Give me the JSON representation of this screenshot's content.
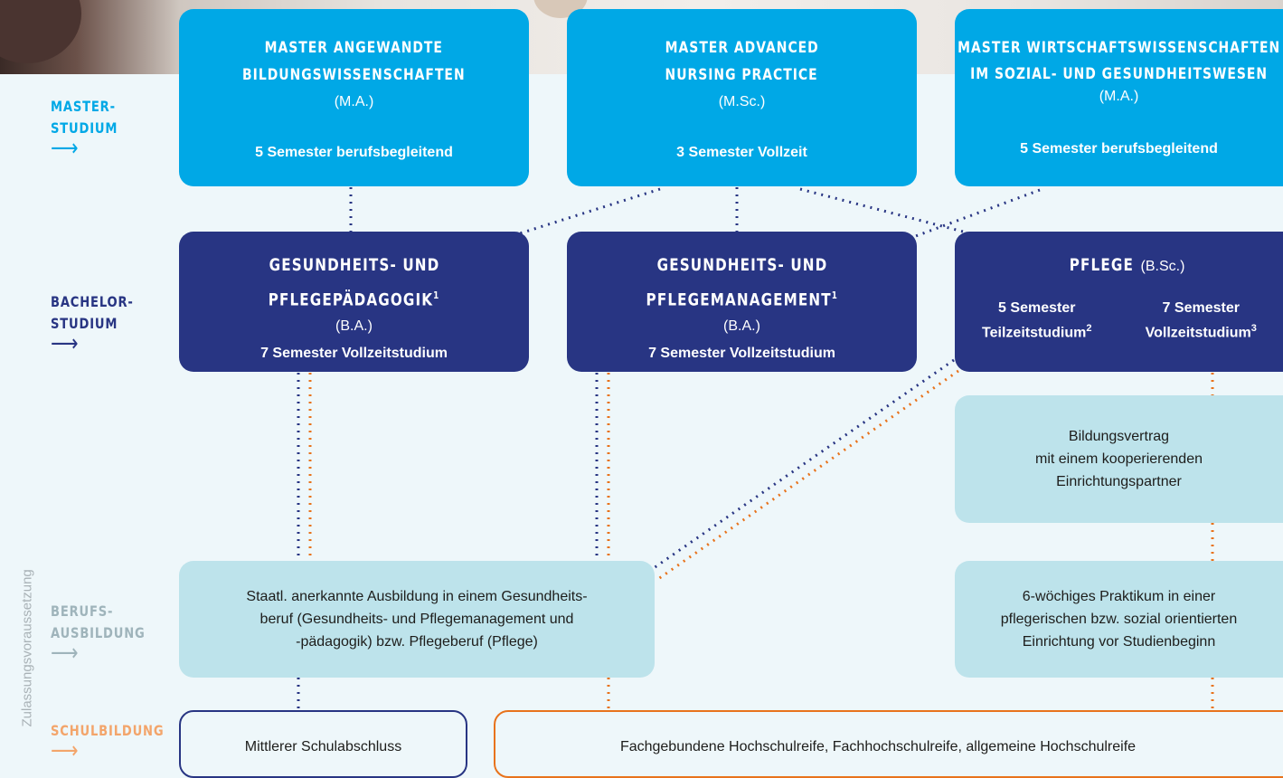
{
  "colors": {
    "master": "#00a8e6",
    "bachelor": "#283583",
    "light": "#bde3eb",
    "orange": "#e8731c",
    "grey": "#9fb4bb"
  },
  "sidebar": {
    "master": {
      "line1": "MASTER-",
      "line2": "STUDIUM",
      "arrow": "⟶"
    },
    "bachelor": {
      "line1": "BACHELOR-",
      "line2": "STUDIUM",
      "arrow": "⟶"
    },
    "beruf": {
      "line1": "BERUFS-",
      "line2": "AUSBILDUNG",
      "arrow": "⟶"
    },
    "schul": {
      "line1": "SCHULBILDUNG",
      "arrow": "⟶"
    },
    "vertical": "Zulassungsvoraussetzung"
  },
  "masters": [
    {
      "line1": "MASTER ANGEWANDTE",
      "line2": "BILDUNGSWISSENSCHAFTEN",
      "degree": "(M.A.)",
      "semester": "5 Semester berufsbegleitend"
    },
    {
      "line1": "MASTER ADVANCED",
      "line2": "NURSING PRACTICE",
      "degree": "(M.Sc.)",
      "semester": "3 Semester Vollzeit"
    },
    {
      "line1": "MASTER WIRTSCHAFTSWISSENSCHAFTEN",
      "line2": "IM SOZIAL- UND GESUNDHEITSWESEN",
      "degree": "(M.A.)",
      "semester": "5 Semester berufsbegleitend"
    }
  ],
  "bachelors": [
    {
      "line1": "GESUNDHEITS- UND",
      "line2": "PFLEGEPÄDAGOGIK",
      "sup": "1",
      "degree": "(B.A.)",
      "semester": "7 Semester Vollzeitstudium"
    },
    {
      "line1": "GESUNDHEITS- UND",
      "line2": "PFLEGEMANAGEMENT",
      "sup": "1",
      "degree": "(B.A.)",
      "semester": "7 Semester Vollzeitstudium"
    },
    {
      "title": "PFLEGE",
      "degree": "(B.Sc.)",
      "left_line1": "5 Semester",
      "left_line2": "Teilzeitstudium",
      "left_sup": "2",
      "right_line1": "7 Semester",
      "right_line2": "Vollzeitstudium",
      "right_sup": "3"
    }
  ],
  "bildungsvertrag": {
    "line1": "Bildungsvertrag",
    "line2": "mit einem kooperierenden",
    "line3": "Einrichtungspartner"
  },
  "ausbildung": {
    "line1": "Staatl. anerkannte Ausbildung in einem Gesundheits-",
    "line2": "beruf (Gesundheits- und Pflegemanagement und",
    "line3": "-pädagogik) bzw. Pflegeberuf (Pflege)"
  },
  "praktikum": {
    "line1": "6-wöchiges Praktikum in einer",
    "line2": "pflegerischen bzw. sozial orientierten",
    "line3": "Einrichtung vor Studienbeginn"
  },
  "schule": {
    "left": "Mittlerer Schulabschluss",
    "right": "Fachgebundene Hochschulreife,  Fachhochschulreife, allgemeine Hochschulreife"
  }
}
